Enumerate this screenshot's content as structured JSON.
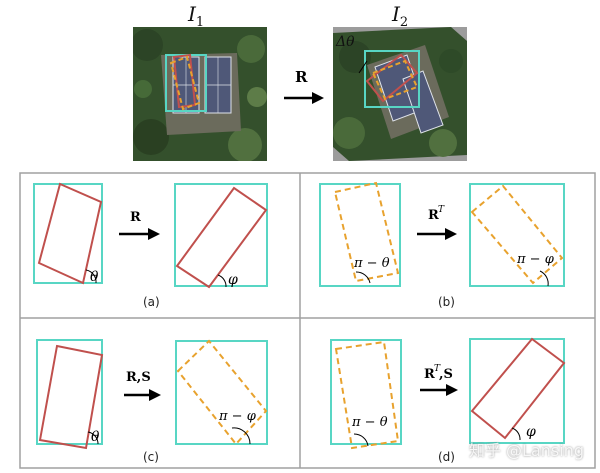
{
  "top": {
    "image1_label": "I",
    "image1_sub": "1",
    "image2_label": "I",
    "image2_sub": "2",
    "arrow_label": "R",
    "delta_theta": "Δθ"
  },
  "panels": [
    {
      "caption": "(a)",
      "arrow_label": "R",
      "arrow_sup": "",
      "angle_left": "θ",
      "angle_right": "φ"
    },
    {
      "caption": "(b)",
      "arrow_label": "R",
      "arrow_sup": "T",
      "angle_left": "π − θ",
      "angle_right": "π − φ"
    },
    {
      "caption": "(c)",
      "arrow_label": "R,S",
      "arrow_sup": "",
      "angle_left": "θ",
      "angle_right": "π − φ"
    },
    {
      "caption": "(d)",
      "arrow_label": "R",
      "arrow_sup": "T",
      "arrow_label_suffix": ",S",
      "angle_left": "π − θ",
      "angle_right": "φ"
    }
  ],
  "watermark": "知乎 @Lansing",
  "colors": {
    "teal": "#58d6c4",
    "red": "#c0504d",
    "orange": "#e8a22e",
    "grass": "#3f5e35",
    "court": "#4f5878"
  }
}
